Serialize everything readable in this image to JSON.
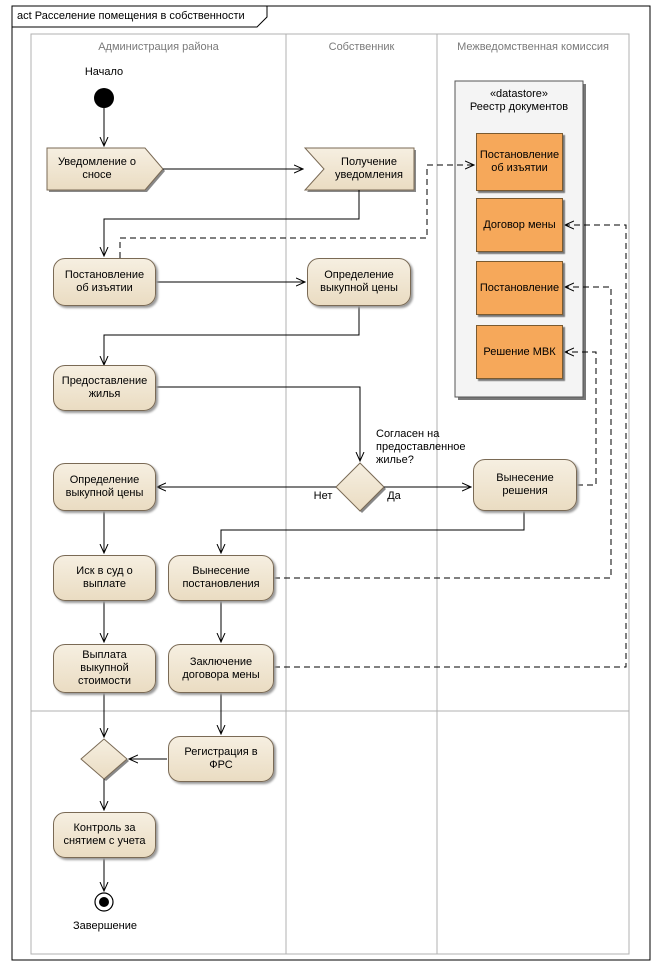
{
  "diagram": {
    "title": "act Расселение помещения в собственности",
    "lanes": [
      "Администрация района",
      "Собственник",
      "Межведомственная комиссия"
    ],
    "start_label": "Начало",
    "end_label": "Завершение",
    "datastore": {
      "stereotype": "«datastore»",
      "name": "Реестр документов",
      "items": [
        "Постановление об изъятии",
        "Договор мены",
        "Постановление",
        "Решение МВК"
      ]
    },
    "signals": {
      "send": "Уведомление о сносе",
      "receive": "Получение уведомления"
    },
    "actions": {
      "postanovlenie": "Постановление об изъятии",
      "opredelenie_owner": "Определение выкупной цены",
      "predostavlenie": "Предоставление жилья",
      "opredelenie_admin": "Определение выкупной цены",
      "vynesenie_resheniya": "Вынесение решения",
      "isk": "Иск в суд о выплате",
      "vynesenie_postanovleniya": "Вынесение постановления",
      "vyplata": "Выплата выкупной стоимости",
      "zaklyuchenie": "Заключение договора мены",
      "registraciya": "Регистрация в ФРС",
      "kontrol": "Контроль за снятием с учета"
    },
    "decision": {
      "question": "Согласен на предоставленное жилье?",
      "no": "Нет",
      "yes": "Да"
    }
  }
}
